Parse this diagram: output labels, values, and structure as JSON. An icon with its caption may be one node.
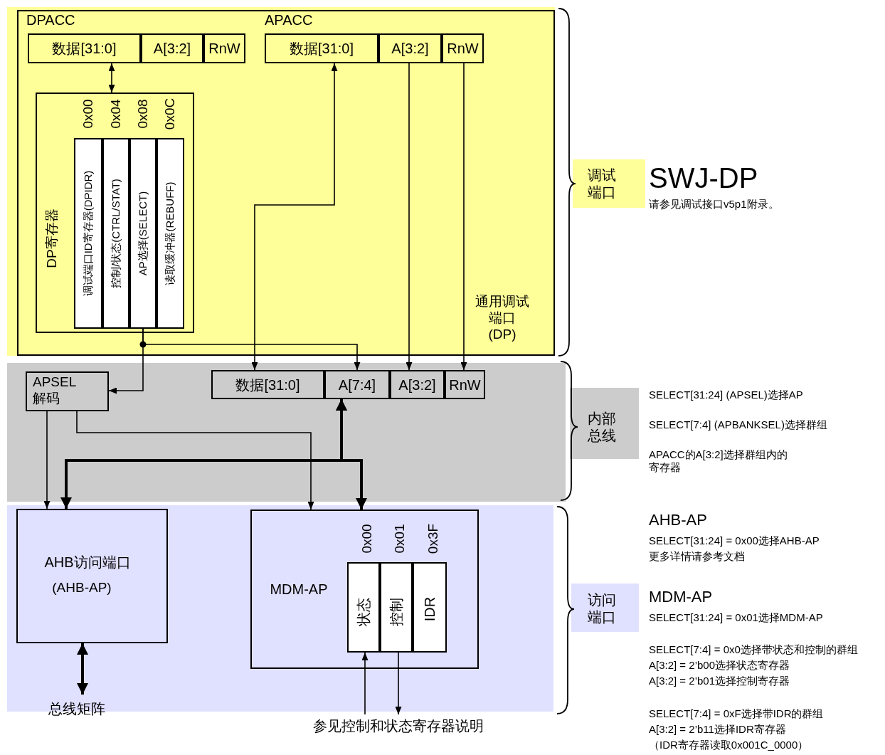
{
  "diagram": {
    "nodes": [
      {
        "text": [
          "通用调试端口 (DP)"
        ]
      },
      {
        "text": [
          "数据[31:0]"
        ],
        "in": 0
      },
      {
        "text": [
          "A[3:2]"
        ],
        "in": 0
      },
      {
        "text": [
          "RnW"
        ],
        "in": 0
      },
      {
        "text": [
          "数据[31:0]"
        ],
        "in": 0
      },
      {
        "text": [
          "A[3:2]"
        ],
        "in": 0
      },
      {
        "text": [
          "RnW"
        ],
        "in": 0
      },
      {
        "text": [
          "DP寄存器"
        ],
        "in": 0
      },
      {
        "text": [
          "调试端口ID寄存器(DPIDR)"
        ],
        "in": 7,
        "beside": [
          "0x00"
        ]
      },
      {
        "text": [
          "控制/状态(CTRL/STAT)"
        ],
        "in": 7,
        "beside": [
          "0x04"
        ]
      },
      {
        "text": [
          "AP选择(SELECT)"
        ],
        "in": 7,
        "beside": [
          "0x08"
        ]
      },
      {
        "text": [
          "读取缓冲器(REBUFF)"
        ],
        "in": 7,
        "beside": [
          "0x0C"
        ]
      },
      {
        "text": [
          "APSEL 解码"
        ]
      },
      {
        "text": [
          "数据[31:0]"
        ]
      },
      {
        "text": [
          "A[7:4]"
        ]
      },
      {
        "text": [
          "A[3:2]"
        ]
      },
      {
        "text": [
          "RnW"
        ]
      },
      {
        "text": [
          "AHB访问端口",
          "(AHB-AP)"
        ]
      },
      {
        "text": [
          "MDM-AP"
        ]
      },
      {
        "text": [
          "状态"
        ],
        "in": 18,
        "beside": [
          "0x00"
        ]
      },
      {
        "text": [
          "控制"
        ],
        "in": 18,
        "beside": [
          "0x01"
        ]
      },
      {
        "text": [
          "IDR"
        ],
        "in": 18,
        "beside": [
          "0x3F"
        ]
      },
      {
        "text": [
          "总线矩阵"
        ]
      },
      {
        "text": [
          "参见控制和状态寄存器说明"
        ]
      },
      {
        "text": [
          "调试端口"
        ]
      },
      {
        "text": [
          "内部总线"
        ]
      },
      {
        "text": [
          "访问端口"
        ]
      }
    ],
    "edges": [
      {
        "from": 1,
        "to": 7,
        "arrow": "both"
      },
      {
        "from": 10,
        "to": 12,
        "arrow": "to"
      },
      {
        "from": 10,
        "to": 14,
        "arrow": "to"
      },
      {
        "from": 4,
        "to": 13,
        "arrow": "both"
      },
      {
        "from": 5,
        "to": 15,
        "arrow": "to"
      },
      {
        "from": 6,
        "to": 16,
        "arrow": "to"
      },
      {
        "from": 12,
        "to": 17,
        "arrow": "to"
      },
      {
        "from": 12,
        "to": 18,
        "arrow": "to"
      },
      {
        "from": 17,
        "to": 14,
        "arrow": "both",
        "style": "thick"
      },
      {
        "from": 18,
        "to": 14,
        "arrow": "both",
        "style": "thick"
      },
      {
        "from": 17,
        "to": 22,
        "arrow": "both",
        "style": "thick"
      },
      {
        "from": 23,
        "to": 19,
        "arrow": "to"
      },
      {
        "from": 20,
        "to": 23,
        "arrow": "to"
      }
    ],
    "labels": [
      "DPACC",
      "APACC",
      "SWJ-DP",
      "请参见调试接口v5p1附录。",
      "SELECT[31:24] (APSEL)选择AP",
      "SELECT[7:4] (APBANKSEL)选择群组",
      "APACC的A[3:2]选择群组内的寄存器",
      "AHB-AP",
      "SELECT[31:24] = 0x00选择AHB-AP",
      "更多详情请参考文档",
      "MDM-AP",
      "SELECT[31:24] = 0x01选择MDM-AP",
      "SELECT[7:4] = 0x0选择带状态和控制的群组",
      "A[3:2] = 2’b00选择状态寄存器",
      "A[3:2] = 2’b01选择控制寄存器",
      "SELECT[7:4] = 0xF选择带IDR的群组",
      "A[3:2] = 2’b11选择IDR寄存器",
      "（IDR寄存器读取0x001C_0000）"
    ]
  }
}
